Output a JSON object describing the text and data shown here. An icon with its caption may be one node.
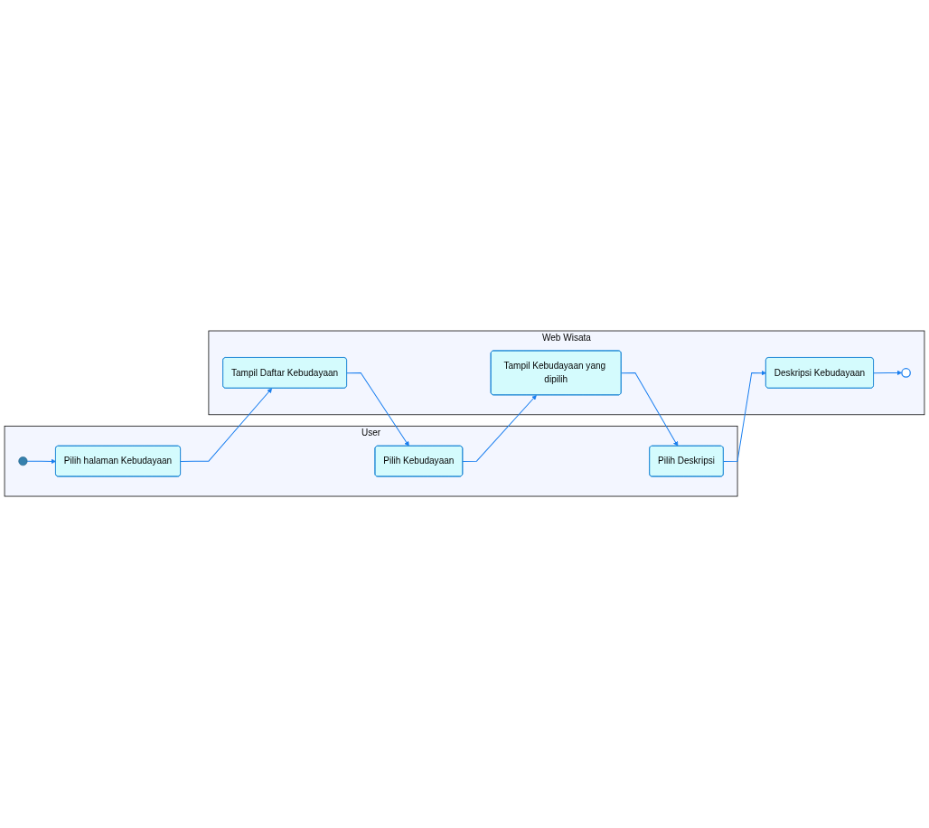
{
  "diagram": {
    "nodes": [
      {
        "text": [
          "User"
        ]
      },
      {
        "text": [
          "Web Wisata"
        ]
      },
      {
        "text": [],
        "shape": "circle",
        "in": 0
      },
      {
        "text": [
          "Pilih halaman Kebudayaan"
        ],
        "in": 0
      },
      {
        "text": [
          "Tampil Daftar Kebudayaan"
        ],
        "in": 1
      },
      {
        "text": [
          "Pilih Kebudayaan"
        ],
        "in": 0
      },
      {
        "text": [
          "Tampil Kebudayaan yang dipilih"
        ],
        "in": 1
      },
      {
        "text": [
          "Pilih Deskripsi"
        ],
        "in": 0
      },
      {
        "text": [
          "Deskripsi Kebudayaan"
        ],
        "in": 1
      },
      {
        "text": [],
        "shape": "circle",
        "in": 1
      }
    ],
    "edges": [
      {
        "from": 2,
        "to": 3,
        "arrow": "to"
      },
      {
        "from": 3,
        "to": 4,
        "arrow": "to"
      },
      {
        "from": 4,
        "to": 5,
        "arrow": "to"
      },
      {
        "from": 5,
        "to": 6,
        "arrow": "to"
      },
      {
        "from": 6,
        "to": 7,
        "arrow": "to"
      },
      {
        "from": 7,
        "to": 8,
        "arrow": "to"
      },
      {
        "from": 8,
        "to": 9,
        "arrow": "to"
      }
    ]
  }
}
